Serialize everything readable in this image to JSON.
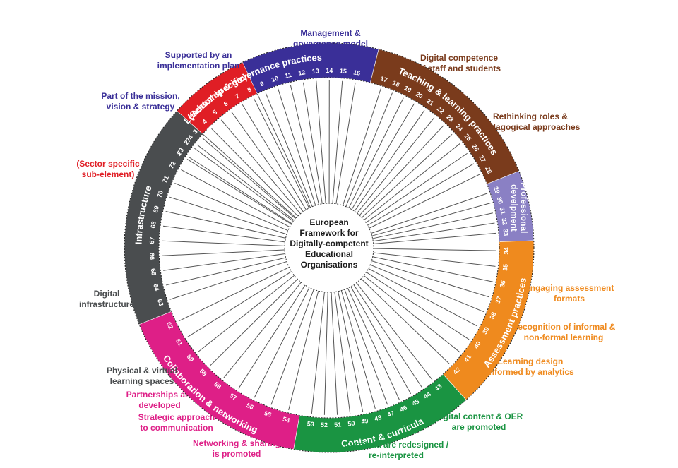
{
  "center_label": [
    "European",
    "Framework for",
    "Digitally-competent",
    "Educational",
    "Organisations"
  ],
  "colors": {
    "leadership": "#3a2f98",
    "teaching": "#7a3b1c",
    "professional": "#8a80c4",
    "assessment": "#ef8a1e",
    "content": "#1a9442",
    "collaboration": "#de1f87",
    "infrastructure": "#4a4d4f",
    "sector": "#e01e25"
  },
  "sections": [
    {
      "key": "leadership",
      "title": "Leadership & governance practices",
      "first": 1,
      "last": 16
    },
    {
      "key": "teaching",
      "title": "Teaching & learning practices",
      "first": 17,
      "last": 28
    },
    {
      "key": "professional",
      "title_lines": [
        "Professional",
        "develpment"
      ],
      "first": 29,
      "last": 33
    },
    {
      "key": "assessment",
      "title": "Assessment practices",
      "first": 34,
      "last": 42
    },
    {
      "key": "content",
      "title": "Content & curricula",
      "first": 43,
      "last": 53
    },
    {
      "key": "collaboration",
      "title": "Collaboration & networking",
      "first": 54,
      "last": 62
    },
    {
      "key": "infrastructure",
      "title": "Infrastructure",
      "first": 63,
      "last": 74
    },
    {
      "key": "sector",
      "title": "(Sector specific)"
    }
  ],
  "outer_labels": [
    {
      "color": "leadership",
      "lines": [
        "Management &",
        "governance model"
      ]
    },
    {
      "color": "leadership",
      "lines": [
        "Supported by an",
        "implementation plan"
      ]
    },
    {
      "color": "leadership",
      "lines": [
        "Part of the mission,",
        "vision & strategy"
      ]
    },
    {
      "color": "teaching",
      "lines": [
        "Digital competence",
        "of staff and students"
      ]
    },
    {
      "color": "teaching",
      "lines": [
        "Rethinking roles &",
        "pedagogical approaches"
      ]
    },
    {
      "color": "sector",
      "lines": [
        "(Sector specific",
        "sub-element)"
      ]
    },
    {
      "color": "infrastructure",
      "lines": [
        "Digital",
        "infrastructure"
      ]
    },
    {
      "color": "infrastructure",
      "lines": [
        "Physical & virtual",
        "learning spaces"
      ]
    },
    {
      "color": "assessment",
      "lines": [
        "Engaging assessment",
        "formats"
      ]
    },
    {
      "color": "assessment",
      "lines": [
        "Recognition of informal &",
        "non-formal learning"
      ]
    },
    {
      "color": "assessment",
      "lines": [
        "Learning design",
        "informed by analytics"
      ]
    },
    {
      "color": "content",
      "lines": [
        "Digital content & OER",
        "are promoted"
      ]
    },
    {
      "color": "content",
      "lines": [
        "Curricula are redesigned /",
        "re-interpreted"
      ]
    },
    {
      "color": "collaboration",
      "lines": [
        "Partnerships are",
        "developed"
      ]
    },
    {
      "color": "collaboration",
      "lines": [
        "Strategic approach",
        "to communication"
      ]
    },
    {
      "color": "collaboration",
      "lines": [
        "Networking & sharing",
        "is promoted"
      ]
    }
  ]
}
